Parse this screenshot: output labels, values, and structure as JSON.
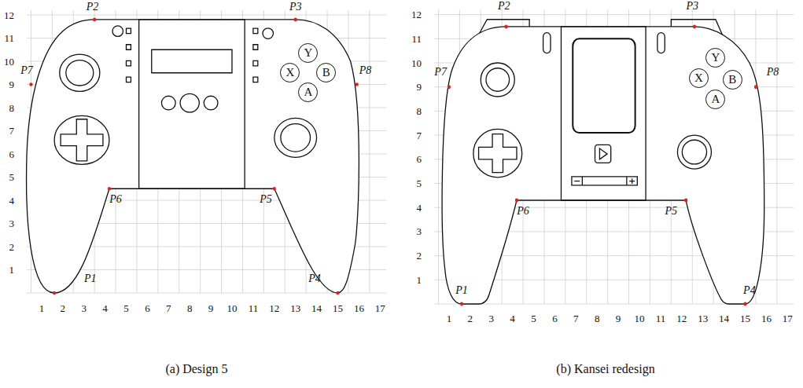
{
  "diagram": {
    "nodes": [
      {
        "text": [
          "Y"
        ]
      },
      {
        "text": [
          "X"
        ]
      },
      {
        "text": [
          "B"
        ]
      },
      {
        "text": [
          "A"
        ]
      },
      {
        "text": [
          "Y"
        ]
      },
      {
        "text": [
          "X"
        ]
      },
      {
        "text": [
          "B"
        ]
      },
      {
        "text": [
          "A"
        ]
      }
    ],
    "labels": [
      "12",
      "11",
      "10",
      "9",
      "8",
      "7",
      "6",
      "5",
      "4",
      "3",
      "2",
      "1",
      "1",
      "2",
      "3",
      "4",
      "5",
      "6",
      "7",
      "8",
      "9",
      "10",
      "11",
      "12",
      "13",
      "14",
      "15",
      "16",
      "17",
      "P2",
      "P3",
      "P7",
      "P8",
      "P6",
      "P5",
      "P1",
      "P4",
      "(a) Design 5",
      "12",
      "11",
      "10",
      "9",
      "8",
      "7",
      "6",
      "5",
      "4",
      "3",
      "2",
      "1",
      "1",
      "2",
      "3",
      "4",
      "5",
      "6",
      "7",
      "8",
      "9",
      "10",
      "11",
      "12",
      "13",
      "14",
      "15",
      "16",
      "17",
      "P2",
      "P3",
      "P7",
      "P8",
      "P6",
      "P5",
      "P1",
      "P4",
      "−",
      "+",
      "(b) Kansei redesign"
    ]
  }
}
